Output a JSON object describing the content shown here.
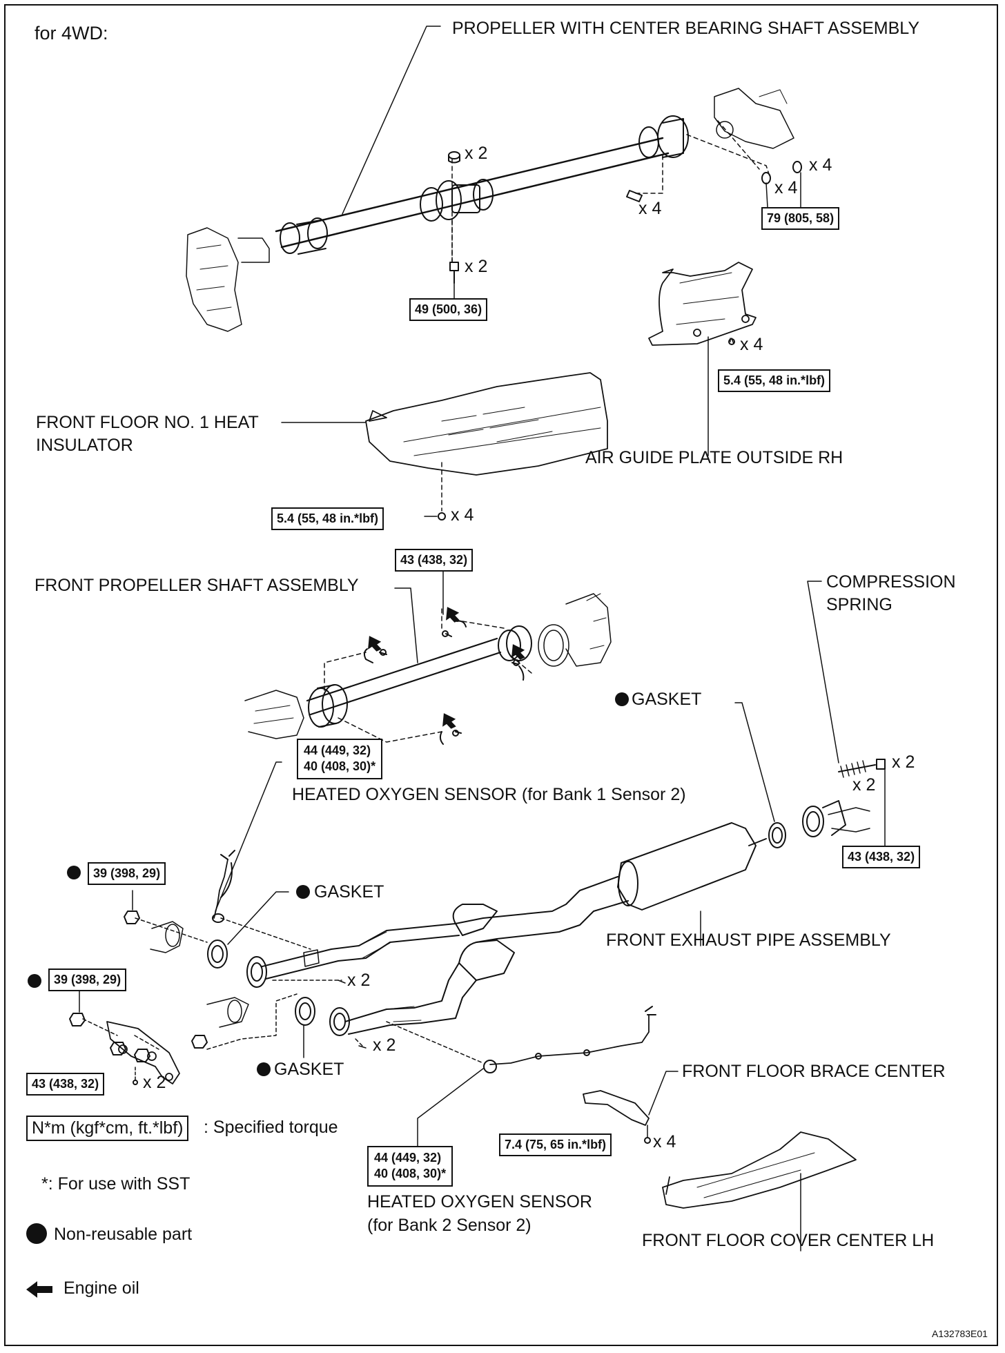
{
  "header": {
    "variant": "for 4WD:"
  },
  "parts": {
    "propeller_center_bearing": "PROPELLER WITH CENTER BEARING SHAFT ASSEMBLY",
    "front_floor_heat_insulator_l1": "FRONT FLOOR NO. 1 HEAT",
    "front_floor_heat_insulator_l2": "INSULATOR",
    "air_guide_plate": "AIR GUIDE PLATE OUTSIDE RH",
    "front_propeller_shaft": "FRONT PROPELLER SHAFT ASSEMBLY",
    "compression_spring_l1": "COMPRESSION",
    "compression_spring_l2": "SPRING",
    "gasket_right": "GASKET",
    "heated_o2_bank1": "HEATED OXYGEN SENSOR (for Bank 1 Sensor 2)",
    "gasket_mid": "GASKET",
    "front_exhaust_pipe": "FRONT EXHAUST PIPE ASSEMBLY",
    "gasket_lower": "GASKET",
    "front_floor_brace": "FRONT FLOOR BRACE CENTER",
    "heated_o2_bank2_l1": "HEATED OXYGEN SENSOR",
    "heated_o2_bank2_l2": "(for Bank 2 Sensor 2)",
    "front_floor_cover": "FRONT FLOOR COVER CENTER LH"
  },
  "torques": {
    "t_79": "79 (805, 58)",
    "t_49": "49 (500, 36)",
    "t_54_air": "5.4 (55, 48 in.*lbf)",
    "t_54_ins": "5.4 (55, 48 in.*lbf)",
    "t_43_prop": "43 (438, 32)",
    "t_44_b1": "44 (449, 32)",
    "t_40_b1": "40 (408, 30)*",
    "t_43_spring": "43 (438, 32)",
    "t_39_a": "39 (398, 29)",
    "t_39_b": "39 (398, 29)",
    "t_43_left": "43 (438, 32)",
    "t_44_b2": "44 (449, 32)",
    "t_40_b2": "40 (408, 30)*",
    "t_74": "7.4 (75, 65 in.*lbf)"
  },
  "quantities": {
    "q_nut_top": "x 2",
    "q_bolt_top": "x 2",
    "q_bolt_right": "x 4",
    "q_washer_a": "x 4",
    "q_washer_b": "x 4",
    "q_air": "x 4",
    "q_ins": "x 4",
    "q_spring_a": "x 2",
    "q_spring_b": "x 2",
    "q_pipe_a": "x 2",
    "q_pipe_b": "x 2",
    "q_left": "x 2",
    "q_brace": "x 4"
  },
  "legend": {
    "torque_key": "N*m (kgf*cm, ft.*lbf)",
    "torque_desc": ": Specified torque",
    "sst": "*: For use with SST",
    "nonreusable": "Non-reusable part",
    "engine_oil": "Engine oil"
  },
  "figure_code": "A132783E01"
}
